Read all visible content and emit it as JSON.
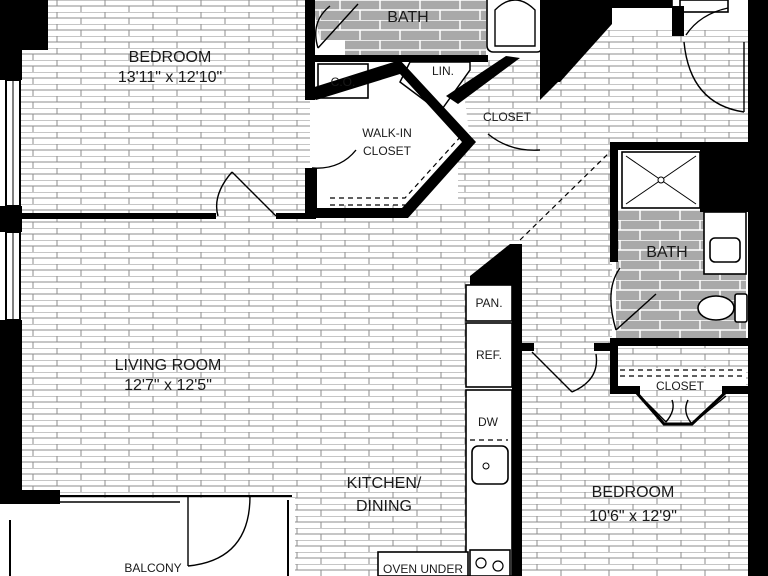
{
  "colors": {
    "wall": "#000000",
    "floor_lines": "#8c8c8c",
    "bath_tile": "#a9a9a9",
    "bath_tile_grout": "#ffffff",
    "background": "#ffffff"
  },
  "rooms": {
    "bedroom_1": {
      "name": "BEDROOM",
      "size": "13'11\" x 12'10\""
    },
    "bath_1": {
      "name": "BATH"
    },
    "linen": {
      "name": "LIN."
    },
    "coat": {
      "name": "C.O."
    },
    "walk_in_closet": {
      "line1": "WALK-IN",
      "line2": "CLOSET"
    },
    "closet_1": {
      "name": "CLOSET"
    },
    "living_room": {
      "name": "LIVING ROOM",
      "size": "12'7\" x 12'5\""
    },
    "kitchen": {
      "line1": "KITCHEN/",
      "line2": "DINING"
    },
    "bath_2": {
      "name": "BATH"
    },
    "closet_2": {
      "name": "CLOSET"
    },
    "bedroom_2": {
      "name": "BEDROOM",
      "size": "10'6\" x 12'9\""
    },
    "balcony": {
      "name": "BALCONY"
    }
  },
  "kitchen_fixtures": {
    "pantry": "PAN.",
    "refrigerator": "REF.",
    "dishwasher": "DW",
    "oven": "OVEN UNDER"
  }
}
